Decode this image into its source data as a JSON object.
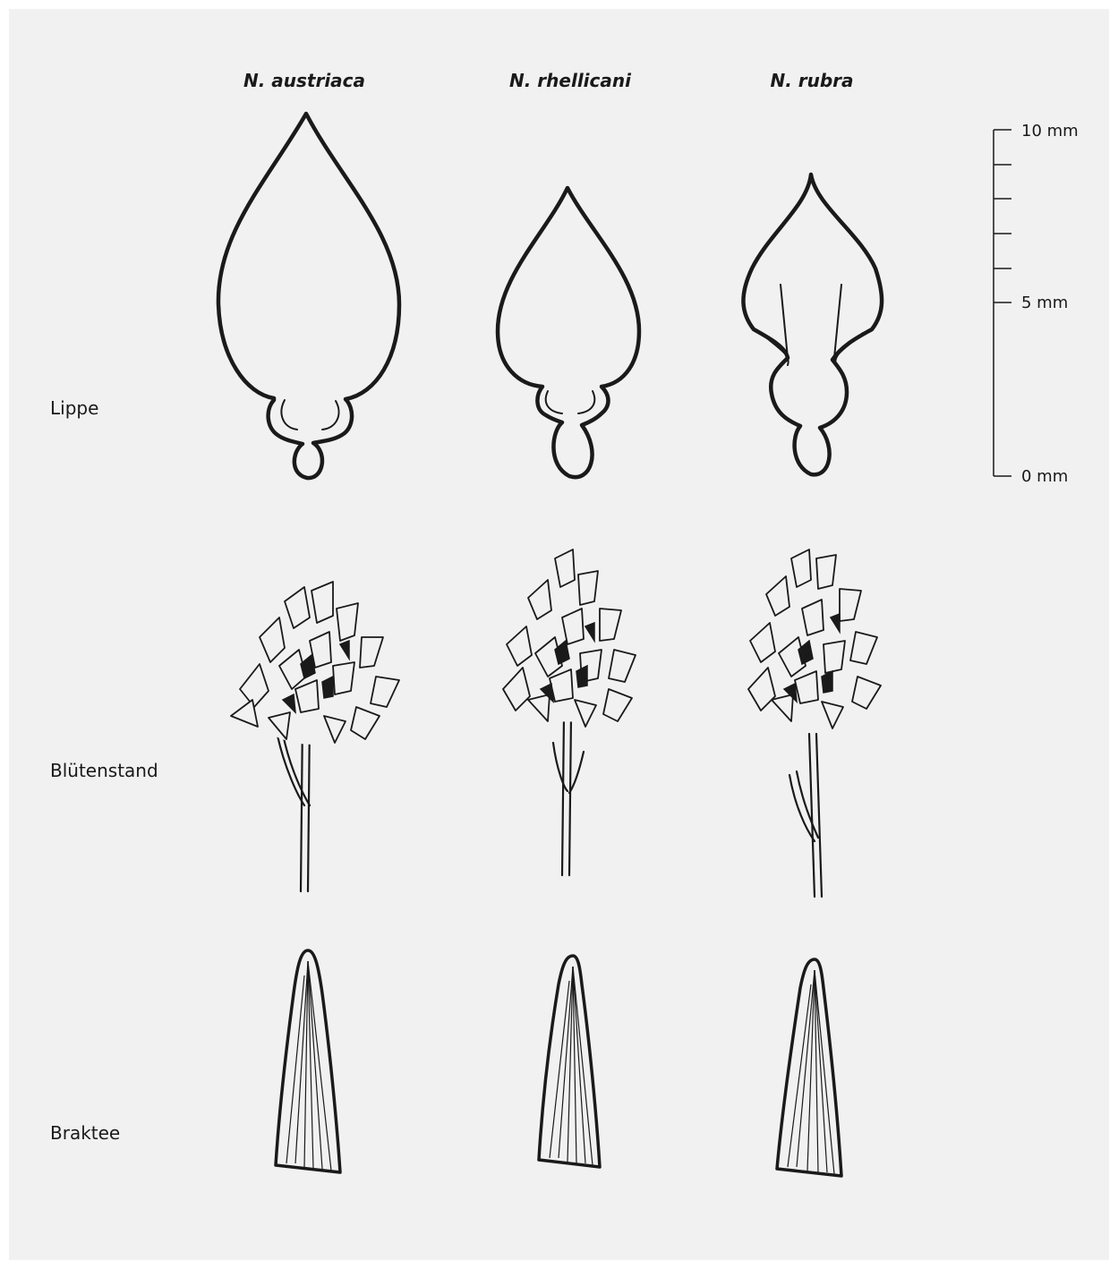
{
  "species": [
    {
      "name": "N. austriaca"
    },
    {
      "name": "N. rhellicani"
    },
    {
      "name": "N. rubra"
    }
  ],
  "rows": {
    "lip": "Lippe",
    "inflorescence": "Blütenstand",
    "bract": "Braktee"
  },
  "scale": {
    "top": "10 mm",
    "mid": "5 mm",
    "bottom": "0 mm"
  }
}
